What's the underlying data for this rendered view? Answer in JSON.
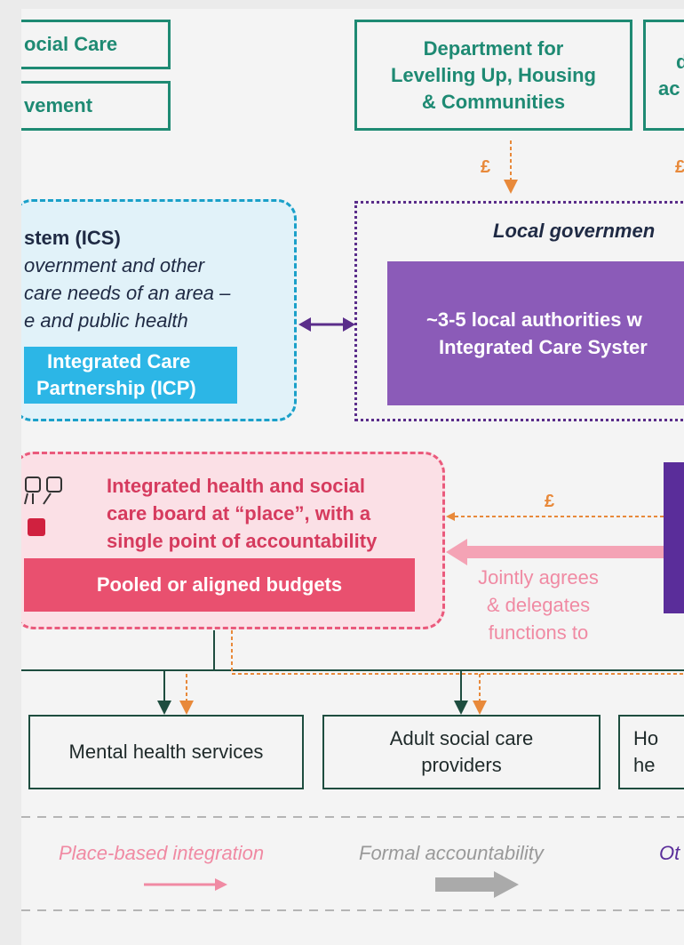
{
  "top_boxes": {
    "social_care_line1": "ocial Care",
    "social_care_line2": "vement",
    "dluhc_line1": "Department for",
    "dluhc_line2": "Levelling Up, Housing",
    "dluhc_line3": "& Communities",
    "partial_right_line1": "d",
    "partial_right_line2": "ac"
  },
  "funding_symbol": "£",
  "ics": {
    "title": "stem (ICS)",
    "desc_line1": "overnment and other",
    "desc_line2": "care needs of an area –",
    "desc_line3": "e and public health",
    "icp_line1": "Integrated Care",
    "icp_line2": "Partnership (ICP)"
  },
  "local_government": {
    "title": "Local governmen",
    "la_line1": "~3-5 local authorities w",
    "la_line2": "Integrated Care Syster"
  },
  "place_board": {
    "line1": "Integrated health and social",
    "line2": "care board at “place”, with a",
    "line3": "single point of accountability",
    "pooled": "Pooled or aligned budgets"
  },
  "delegation": {
    "line1": "Jointly agrees",
    "line2": "& delegates",
    "line3": "functions to"
  },
  "services": {
    "mental_health": "Mental health services",
    "adult_social_line1": "Adult social care",
    "adult_social_line2": "providers",
    "partial_line1": "Ho",
    "partial_line2": "he"
  },
  "legend": {
    "place_based": "Place-based integration",
    "formal": "Formal accountability",
    "other_partial": "Ot"
  },
  "colors": {
    "teal": "#1e8a73",
    "ics_blue": "#1aa0c9",
    "icp_blue": "#2cb6e6",
    "purple": "#8b5bb8",
    "purple_dark": "#5a2d9a",
    "pink": "#ea5a7c",
    "pink_light": "#f08aa3",
    "orange_funding": "#e8893a",
    "grey_accountability": "#aaaaaa"
  },
  "icons": [
    "people-network-icon",
    "pound-icon"
  ]
}
